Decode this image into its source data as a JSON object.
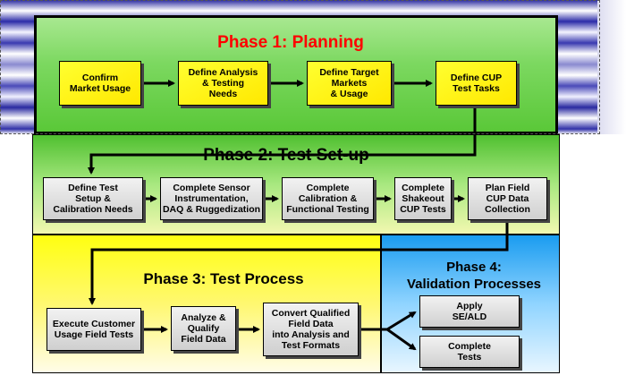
{
  "phases": {
    "phase1": {
      "title": "Phase 1: Planning"
    },
    "phase2": {
      "title": "Phase 2: Test Set-up"
    },
    "phase3": {
      "title": "Phase 3: Test Process"
    },
    "phase4": {
      "title_line1": "Phase 4:",
      "title_line2": "Validation Processes"
    }
  },
  "boxes": {
    "confirm_market_usage": "Confirm\nMarket Usage",
    "define_analysis_testing": "Define Analysis\n& Testing\nNeeds",
    "define_target_markets": "Define Target\nMarkets\n& Usage",
    "define_cup_test_tasks": "Define CUP\nTest Tasks",
    "define_test_setup": "Define Test\nSetup &\nCalibration Needs",
    "complete_sensor_instrumentation": "Complete Sensor\nInstrumentation,\nDAQ & Ruggedization",
    "complete_calibration": "Complete\nCalibration &\nFunctional Testing",
    "complete_shakeout": "Complete\nShakeout\nCUP Tests",
    "plan_field_cup": "Plan Field\nCUP Data\nCollection",
    "execute_customer_usage": "Execute Customer\nUsage Field Tests",
    "analyze_qualify": "Analyze &\nQualify\nField Data",
    "convert_qualified": "Convert Qualified\nField Data\ninto Analysis and\nTest Formats",
    "apply_se_ald": "Apply\nSE/ALD",
    "complete_tests": "Complete\nTests"
  },
  "colors": {
    "phase1_title": "#ff0000",
    "yellow_box": "#ffff00",
    "gray_box": "#d9d9d9",
    "phase1_bg": "#66cc44",
    "phase3_bg": "#ffff00",
    "phase4_bg": "#1a9cf0"
  }
}
